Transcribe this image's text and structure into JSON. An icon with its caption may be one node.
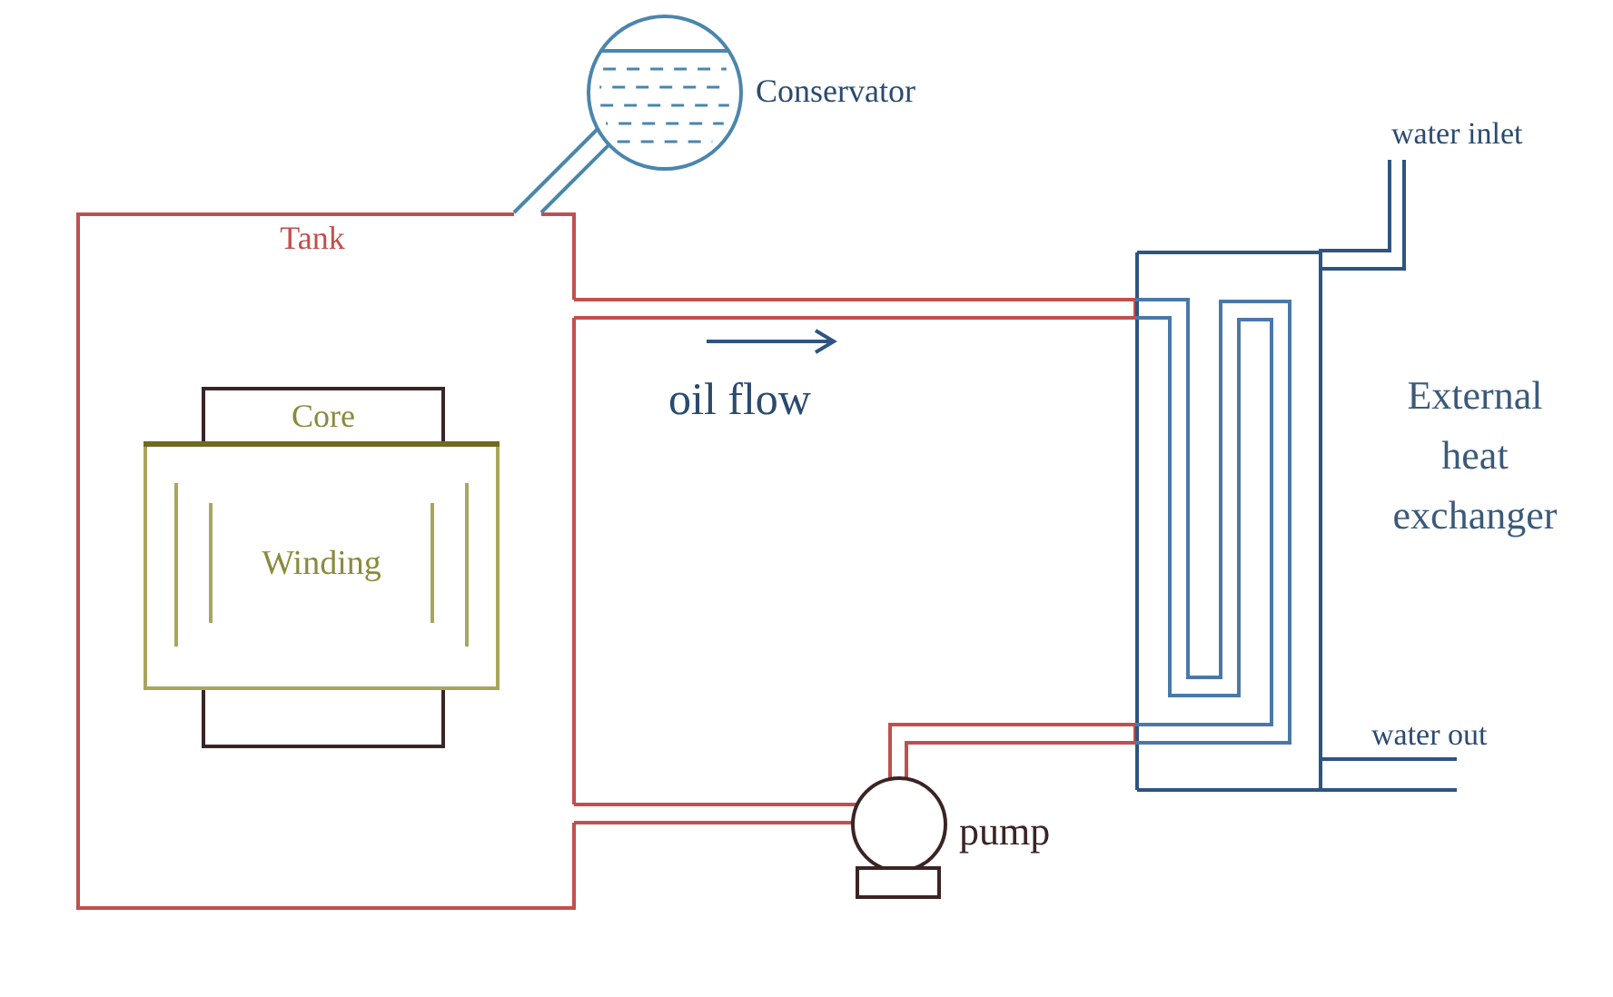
{
  "diagram": {
    "nodes": [
      {
        "text": [],
        "shape": "circle",
        "beside": [
          "Conservator"
        ]
      },
      {
        "text": [
          "water inlet"
        ]
      },
      {
        "text": [
          "Tank"
        ]
      },
      {
        "text": [
          "Core"
        ],
        "in": 2
      },
      {
        "text": [
          "Winding"
        ],
        "in": 2
      },
      {
        "text": [],
        "shape": "box",
        "beside": [
          "External heat exchanger"
        ]
      },
      {
        "text": [
          "water out"
        ]
      },
      {
        "text": [],
        "shape": "circle",
        "beside": [
          "pump"
        ]
      }
    ],
    "edges": [
      {
        "from": 2,
        "to": 0,
        "arrow": "none",
        "color": "#4a86ad"
      },
      {
        "from": 2,
        "to": 5,
        "arrow": "none"
      },
      {
        "from": 5,
        "to": 7,
        "arrow": "none"
      },
      {
        "from": 7,
        "to": 2,
        "arrow": "none"
      },
      {
        "from": 1,
        "to": 5,
        "arrow": "none",
        "color": "#2e5480"
      },
      {
        "from": 5,
        "to": 6,
        "arrow": "none",
        "color": "#2e5480"
      }
    ],
    "labels": [
      "oil flow"
    ]
  }
}
